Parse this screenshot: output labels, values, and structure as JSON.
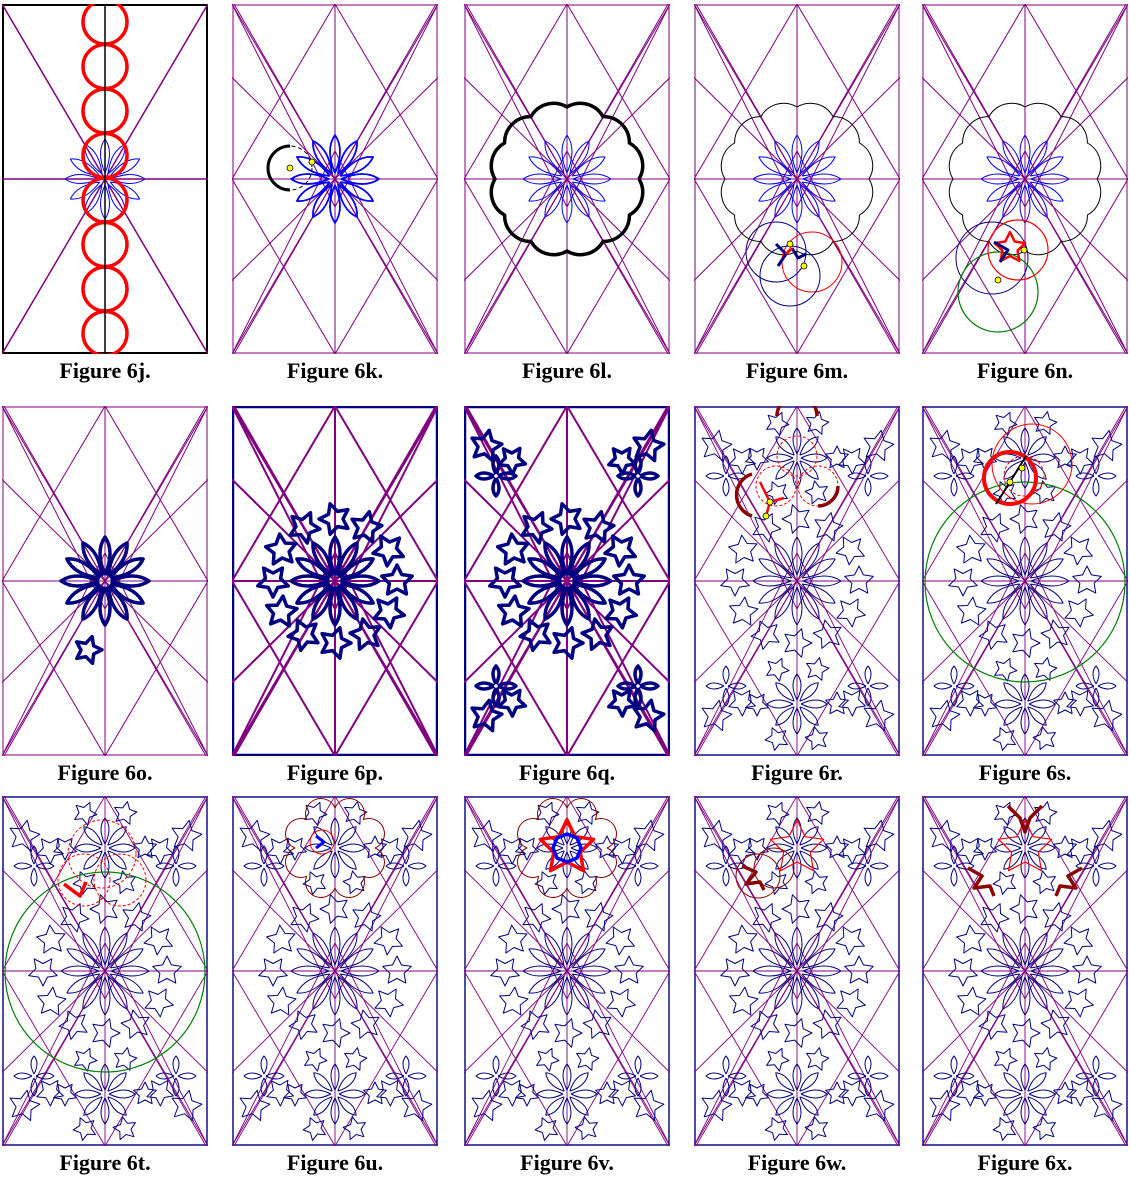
{
  "figures": [
    {
      "caption": "Figure 6j.",
      "variant": "j"
    },
    {
      "caption": "Figure 6k.",
      "variant": "k"
    },
    {
      "caption": "Figure 6l.",
      "variant": "l"
    },
    {
      "caption": "Figure 6m.",
      "variant": "m"
    },
    {
      "caption": "Figure 6n.",
      "variant": "n"
    },
    {
      "caption": "Figure 6o.",
      "variant": "o"
    },
    {
      "caption": "Figure 6p.",
      "variant": "p"
    },
    {
      "caption": "Figure 6q.",
      "variant": "q"
    },
    {
      "caption": "Figure 6r.",
      "variant": "r"
    },
    {
      "caption": "Figure 6s.",
      "variant": "s"
    },
    {
      "caption": "Figure 6t.",
      "variant": "t"
    },
    {
      "caption": "Figure 6u.",
      "variant": "u"
    },
    {
      "caption": "Figure 6v.",
      "variant": "v"
    },
    {
      "caption": "Figure 6w.",
      "variant": "w"
    },
    {
      "caption": "Figure 6x.",
      "variant": "x"
    }
  ],
  "colors": {
    "construction_lines": "#800080",
    "pattern": "#000080",
    "petals": "#0000ff",
    "highlight": "#ff0000",
    "dark_highlight": "#8b0000",
    "guide_circle": "#008000",
    "point": "#ffff00",
    "frame": "#000000"
  }
}
